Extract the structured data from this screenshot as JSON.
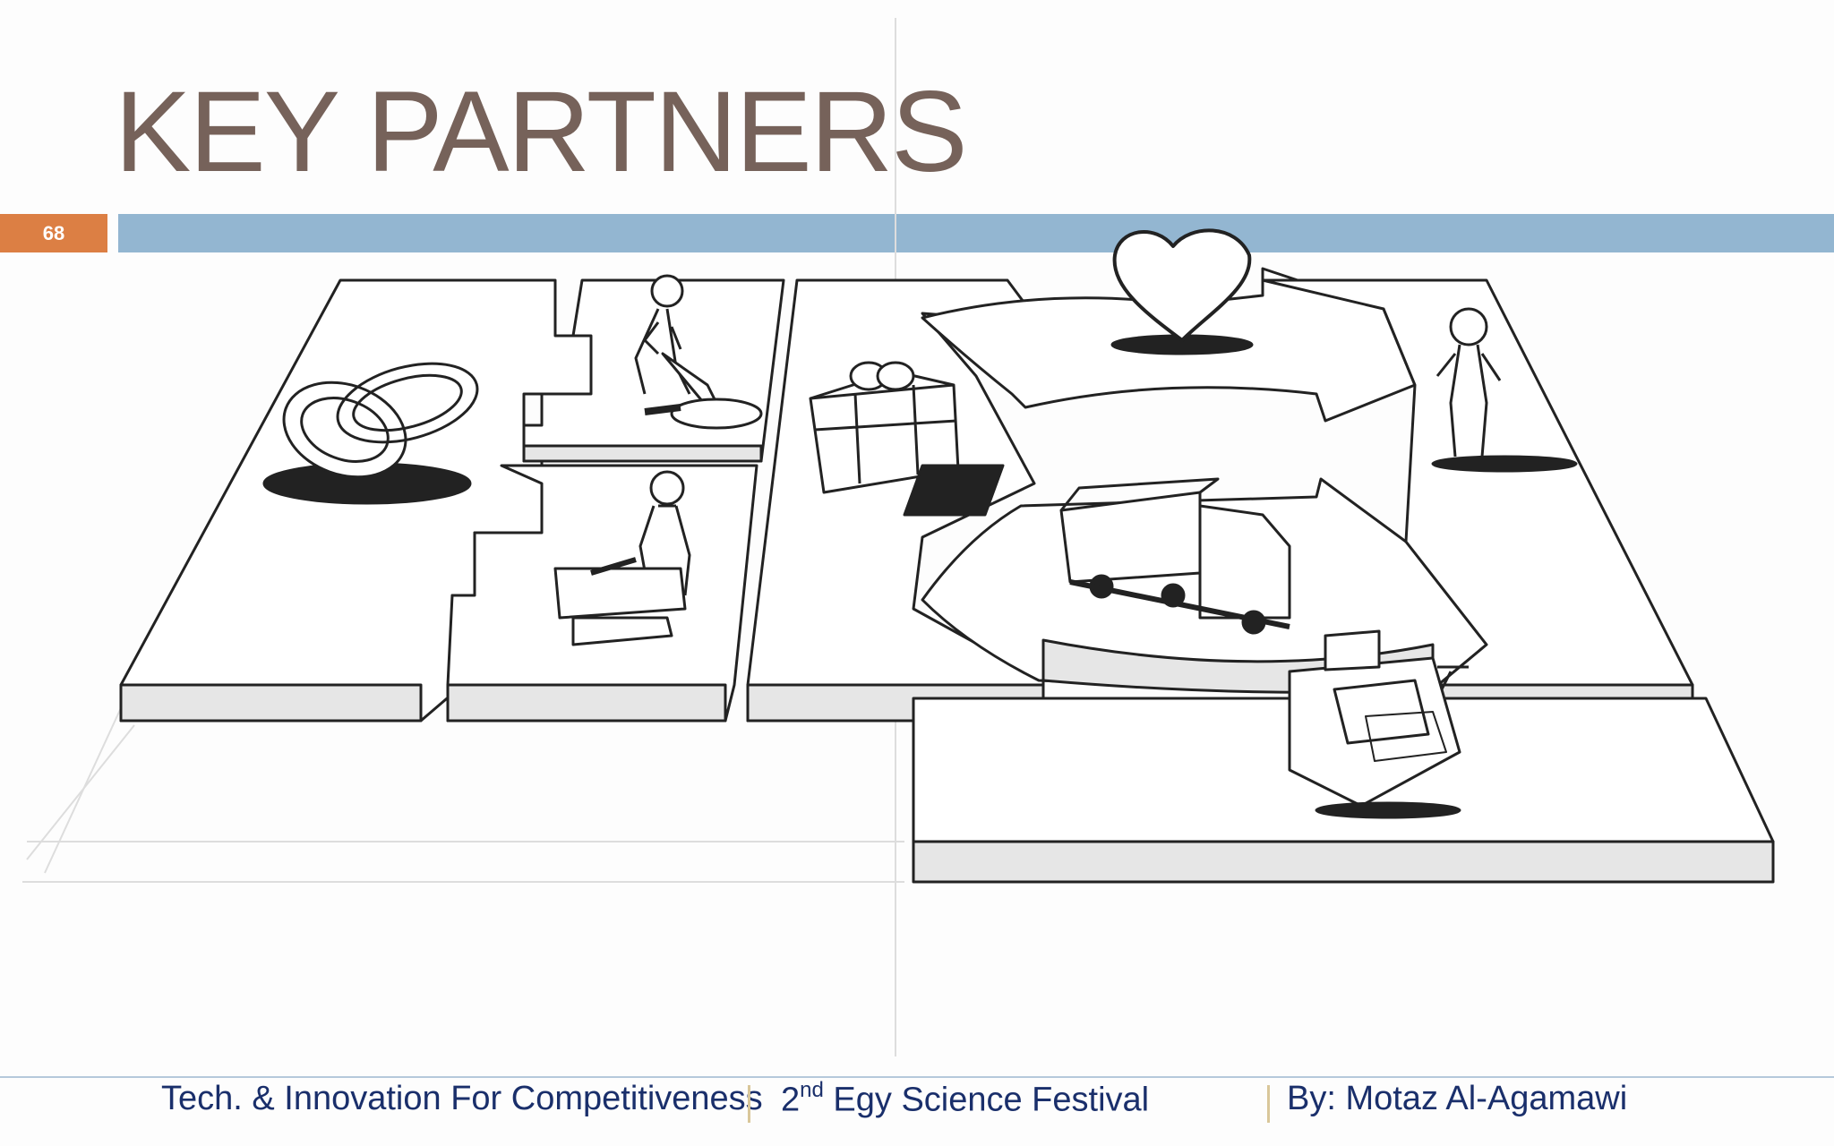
{
  "slide": {
    "title": "KEY PARTNERS",
    "page_number": "68"
  },
  "footer": {
    "left": "Tech. & Innovation For Competitiveness",
    "middle_num": "2",
    "middle_sup": "nd",
    "middle_rest": " Egy Science Festival",
    "right": "By: Motaz Al-Agamawi"
  },
  "colors": {
    "title": "#76625a",
    "page_number_bg": "#dc7f44",
    "header_bar": "#93b6d1",
    "footer_text": "#1a2f6b"
  },
  "illustration": {
    "icons": [
      "rings-icon",
      "digging-person-icon",
      "person-with-machine-icon",
      "gift-icon",
      "heart-icon",
      "truck-icon",
      "customer-person-icon",
      "cash-register-icon"
    ]
  }
}
